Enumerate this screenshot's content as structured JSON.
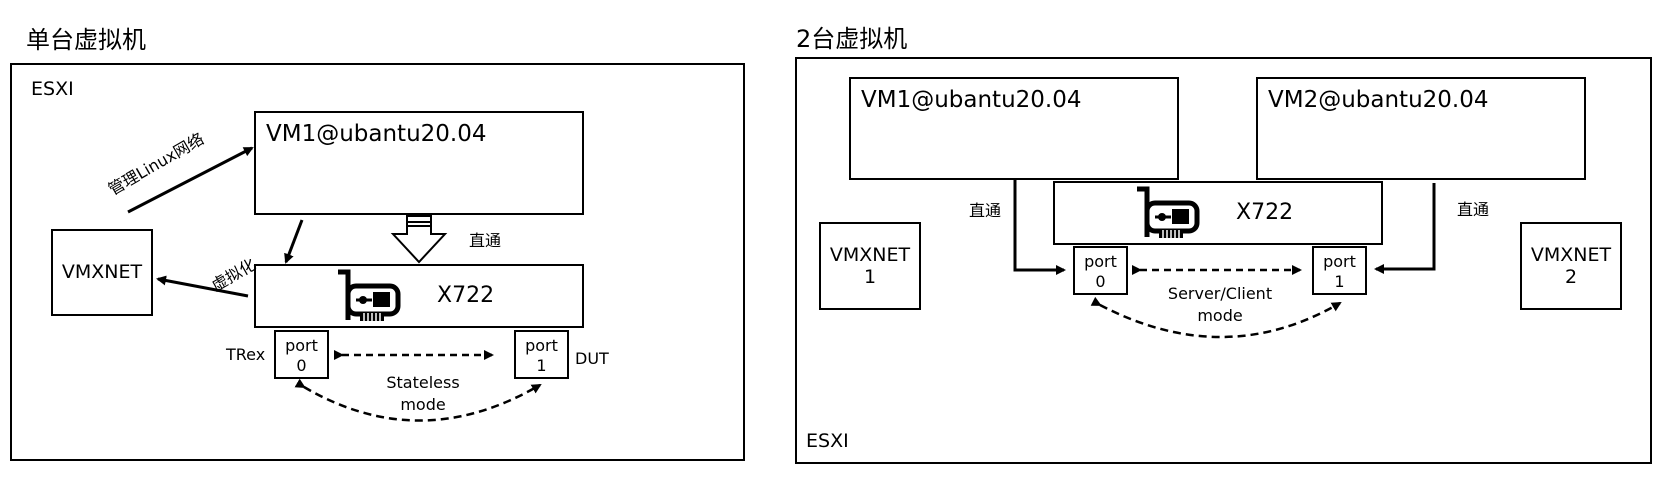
{
  "left": {
    "title": "单台虚拟机",
    "esxi": "ESXI",
    "vm": "VM1@ubantu20.04",
    "mgmt": "管理Linux网络",
    "virt": "虚拟化",
    "passthrough": "直通",
    "vmxnet": "VMXNET",
    "nic": "X722",
    "port0": [
      "port",
      "0"
    ],
    "port1": [
      "port",
      "1"
    ],
    "trex": "TRex",
    "dut": "DUT",
    "mode": [
      "Stateless",
      "mode"
    ]
  },
  "right": {
    "title": "2台虚拟机",
    "esxi": "ESXI",
    "vm1": "VM1@ubantu20.04",
    "vm2": "VM2@ubantu20.04",
    "passthrough_left": "直通",
    "passthrough_right": "直通",
    "nic": "X722",
    "port0": [
      "port",
      "0"
    ],
    "port1": [
      "port",
      "1"
    ],
    "mode": [
      "Server/Client",
      "mode"
    ],
    "vmxnet1": [
      "VMXNET",
      "1"
    ],
    "vmxnet2": [
      "VMXNET",
      "2"
    ]
  }
}
